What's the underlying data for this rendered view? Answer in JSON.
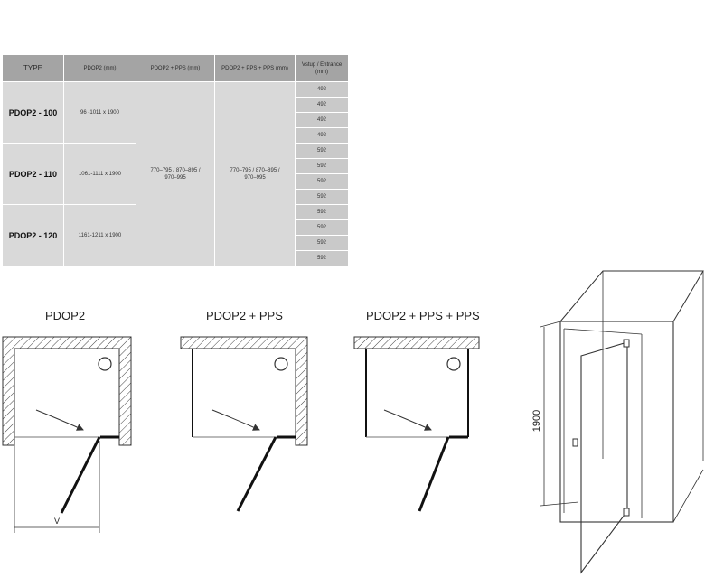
{
  "table": {
    "headers": [
      "TYPE",
      "PDOP2 (mm)",
      "PDOP2 + PPS (mm)",
      "PDOP2 + PPS + PPS (mm)",
      "Vstup / Entrance (mm)"
    ],
    "rows": [
      {
        "type": "PDOP2 - 100",
        "size": "96 -1011 x 1900",
        "entrances": [
          "492",
          "492",
          "492",
          "492"
        ]
      },
      {
        "type": "PDOP2 - 110",
        "size": "1061-1111 x 1900",
        "entrances": [
          "592",
          "592",
          "592",
          "592"
        ]
      },
      {
        "type": "PDOP2 - 120",
        "size": "1161-1211 x 1900",
        "entrances": [
          "592",
          "592",
          "592",
          "592"
        ]
      }
    ],
    "pps_range": "770–795 / 870–895 / 970–995",
    "pps_pps_range": "770–795 / 870–895 / 970–995"
  },
  "diagrams": {
    "d1_title": "PDOP2",
    "d2_title": "PDOP2 + PPS",
    "d3_title": "PDOP2 + PPS + PPS",
    "dim_v": "V",
    "height_label": "1900"
  },
  "colors": {
    "header_bg": "#a4a4a4",
    "cell_bg": "#d9d9d9",
    "entry_bg": "#c9c9c9",
    "line": "#222222"
  }
}
